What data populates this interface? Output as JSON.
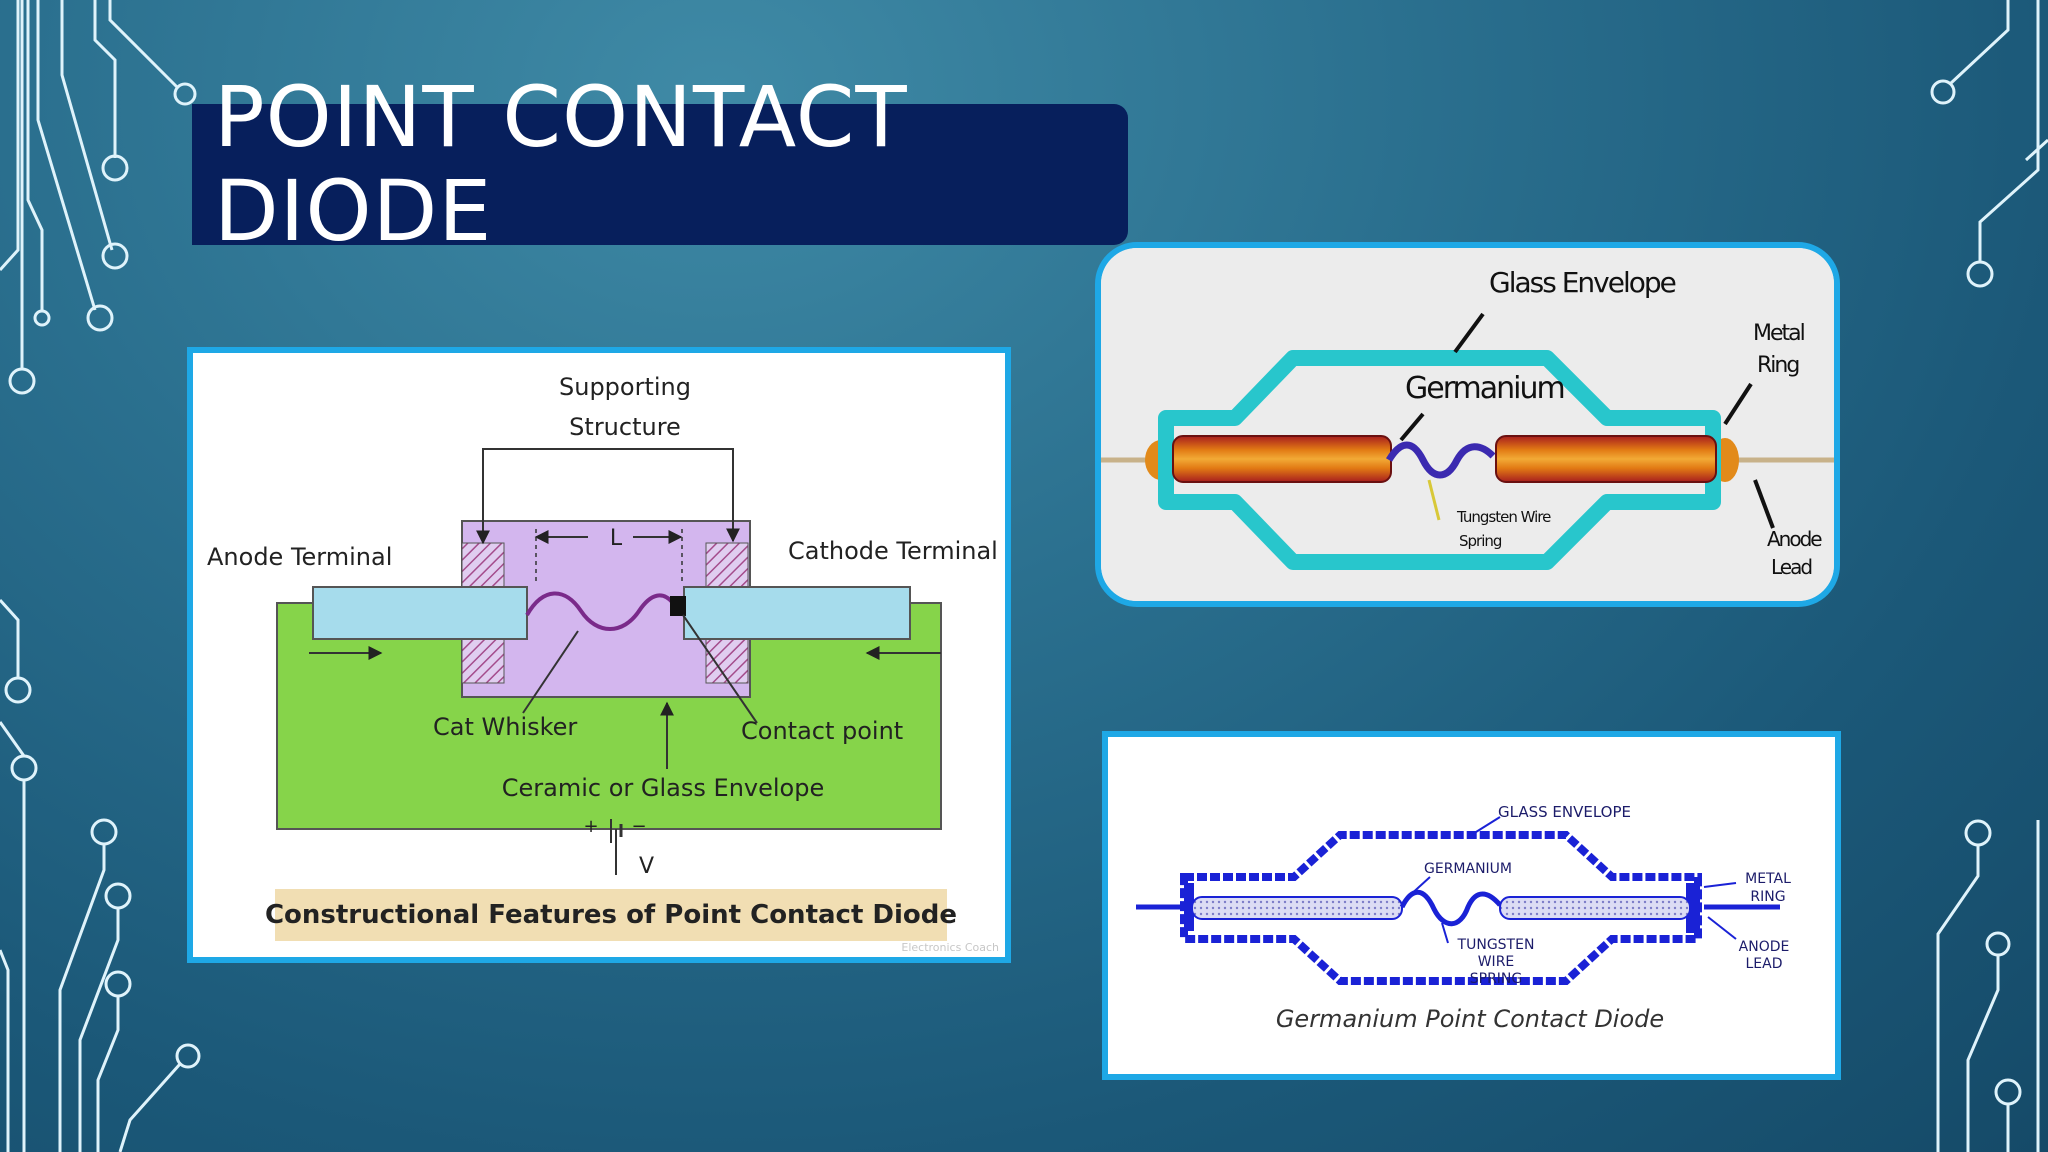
{
  "slide": {
    "title_line1": "POINT CONTACT",
    "title_line2": "DIODE"
  },
  "diagram_left": {
    "supporting": "Supporting",
    "structure": "Structure",
    "length_label": "L",
    "anode_terminal": "Anode Terminal",
    "cathode_terminal": "Cathode Terminal",
    "cat_whisker": "Cat Whisker",
    "contact_point": "Contact point",
    "envelope": "Ceramic or Glass  Envelope",
    "plus": "+",
    "minus": "−",
    "voltage": "V",
    "caption": "Constructional Features of Point Contact Diode",
    "watermark": "Electronics Coach"
  },
  "diagram_top_right": {
    "glass_envelope": "Glass Envelope",
    "germanium": "Germanium",
    "metal": "Metal",
    "ring": "Ring",
    "tungsten_wire": "Tungsten Wire",
    "spring": "Spring",
    "anode": "Anode",
    "lead": "Lead"
  },
  "diagram_bottom_right": {
    "glass_envelope": "GLASS ENVELOPE",
    "germanium": "GERMANIUM",
    "metal": "METAL",
    "ring": "RING",
    "tungsten": "TUNGSTEN",
    "wire": "WIRE",
    "spring": "SPRING",
    "anode": "ANODE",
    "lead": "LEAD",
    "caption": "Germanium Point Contact Diode"
  },
  "colors": {
    "background": "#1b5878",
    "title_bar": "#071f5c",
    "panel_border": "#1ea8e6",
    "green_body": "#86d44a",
    "purple_structure": "#d3b6ee",
    "terminal_blue": "#a6dcec",
    "glass_cyan": "#28c6cc",
    "germanium_orange": "#e07a12",
    "envelope_blue": "#1a22d6"
  }
}
